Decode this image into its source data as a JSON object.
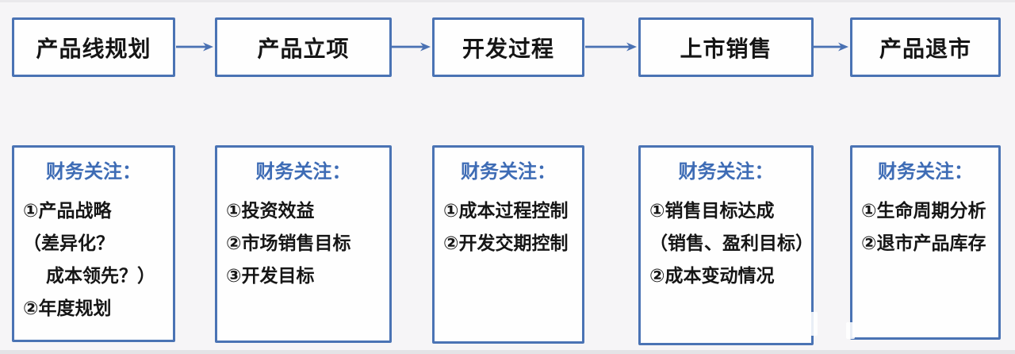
{
  "page": {
    "background": "#f6f5f7",
    "top_strip_color": "#eae9ec",
    "bottom_strip_color": "#e4e3e6"
  },
  "colors": {
    "box_border": "#4a73b4",
    "box_fill": "#fefefe",
    "arrow": "#4a71b3",
    "header_text": "#3e6cb5",
    "body_text": "#161616"
  },
  "flow": {
    "stages": [
      {
        "id": "product-line-planning",
        "title": "产品线规划",
        "focus_header": "财务关注：",
        "lines": [
          "①产品战略",
          "（差异化？",
          "成本领先？）",
          "②年度规划"
        ]
      },
      {
        "id": "project-initiation",
        "title": "产品立项",
        "focus_header": "财务关注：",
        "lines": [
          "①投资效益",
          "②市场销售目标",
          "③开发目标"
        ]
      },
      {
        "id": "development-process",
        "title": "开发过程",
        "focus_header": "财务关注：",
        "lines": [
          "①成本过程控制",
          "②开发交期控制"
        ]
      },
      {
        "id": "market-sales",
        "title": "上市销售",
        "focus_header": "财务关注：",
        "lines": [
          "①销售目标达成",
          "（销售、盈利目标）",
          "②成本变动情况"
        ]
      },
      {
        "id": "product-exit",
        "title": "产品退市",
        "focus_header": "财务关注：",
        "lines": [
          "①生命周期分析",
          "②退市产品库存"
        ]
      }
    ]
  }
}
